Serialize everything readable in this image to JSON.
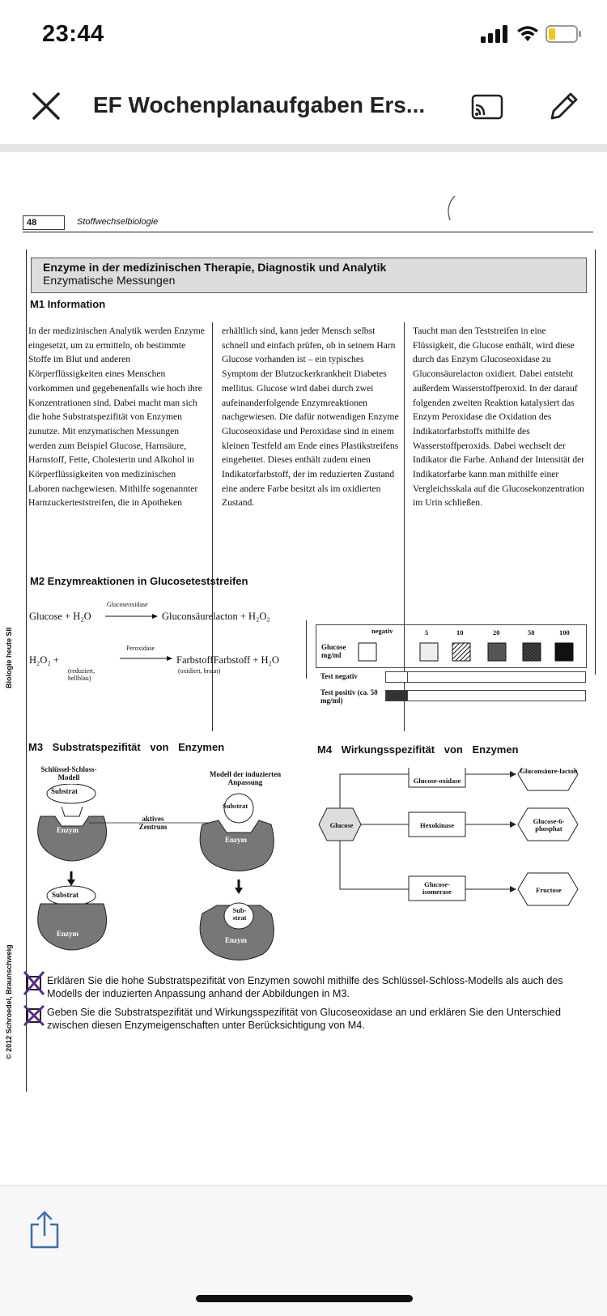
{
  "status_bar": {
    "time": "23:44"
  },
  "top_bar": {
    "title": "EF Wochenplanaufgaben Ers..."
  },
  "document": {
    "page_number": "48",
    "running_head": "Stoffwechselbiologie",
    "chapter_title": "Enzyme in der medizinischen Therapie, Diagnostik und Analytik",
    "chapter_subtitle": "Enzymatische Messungen",
    "m1_heading": "M1 Information",
    "m1_col1": "In der medizinischen Analytik werden Enzyme eingesetzt, um zu ermitteln, ob bestimmte Stoffe im Blut und anderen Körperflüssigkeiten eines Menschen vorkommen und gegebenenfalls wie hoch ihre Konzentrationen sind. Dabei macht man sich die hohe Substratspezifität von Enzymen zunutze. Mit enzymatischen Messungen werden zum Beispiel Glucose, Harnsäure, Harnstoff, Fette, Cholesterin und Alkohol in Körperflüssigkeiten von medizinischen Laboren nachgewiesen. Mithilfe sogenannter Harnzuckerteststreifen, die in Apotheken",
    "m1_col2": "erhältlich sind, kann jeder Mensch selbst schnell und einfach prüfen, ob in seinem Harn Glucose vorhanden ist – ein typisches Symptom der Blutzuckerkrankheit Diabetes mellitus. Glucose wird dabei durch zwei aufeinanderfolgende Enzymreaktionen nachgewiesen. Die dafür notwendigen Enzyme Glucoseoxidase und Peroxidase sind in einem kleinen Testfeld am Ende eines Plastikstreifens eingebettet. Dieses enthält zudem einen Indikatorfarbstoff, der im reduzierten Zustand eine andere Farbe besitzt als im oxidierten Zustand.",
    "m1_col3": "Taucht man den Teststreifen in eine Flüssigkeit, die Glucose enthält, wird diese durch das Enzym Glucoseoxidase zu Gluconsäurelacton oxidiert. Dabei entsteht außerdem Wasserstoffperoxid. In der darauf folgenden zweiten Reaktion katalysiert das Enzym Peroxidase die Oxidation des Indikatorfarbstoffs mithilfe des Wasserstoffperoxids. Dabei wechselt der Indikator die Farbe. Anhand der Intensität der Indikatorfarbe kann man mithilfe einer Vergleichsskala auf die Glucosekonzentration im Urin schließen.",
    "m2_heading": "M2 Enzymreaktionen in Glucoseteststreifen",
    "m2_eq1_left": "Glucose + H₂O",
    "m2_eq1_enzyme": "Glucoseoxidase",
    "m2_eq1_right": "Gluconsäurelacton + H₂O₂",
    "m2_eq2_left": "H₂O₂ +",
    "m2_eq2_note_left": "(reduziert, hellblau)",
    "m2_eq2_enzyme": "Peroxidase",
    "m2_eq2_right": "FarbstoffFarbstoff + H₂O",
    "m2_eq2_note_right": "(oxidiert, braun)",
    "scale": {
      "glucose_label": "Glucose mg/ml",
      "levels": [
        "negativ",
        "5",
        "10",
        "20",
        "50",
        "100"
      ],
      "test_neg": "Test negativ",
      "test_pos": "Test positiv (ca. 50 mg/ml)"
    },
    "m3_heading": "M3 Substratspezifität von Enzymen",
    "m3_model1": "Schlüssel-Schloss-Modell",
    "m3_model2": "Modell der induzierten Anpassung",
    "m3_substrat": "Substrat",
    "m3_enzym": "Enzym",
    "m3_zentrum": "aktives Zentrum",
    "m3_substrat_split": "Sub-strat",
    "m4_heading": "M4 Wirkungsspezifität von Enzymen",
    "m4_glucose": "Glucose",
    "m4_enz1": "Glucose-oxidase",
    "m4_enz2": "Hexokinase",
    "m4_enz3": "Glucose-isomerase",
    "m4_prod1": "Gluconsäure-lacton",
    "m4_prod2": "Glucose-6-phosphat",
    "m4_prod3": "Fructose",
    "task1": "Erklären Sie die hohe Substratspezifität von Enzymen sowohl mithilfe des Schlüssel-Schloss-Modells als auch des Modells der induzierten Anpassung anhand der Abbildungen in M3.",
    "task2": "Geben Sie die Substratspezifität und Wirkungsspezifität von Glucoseoxidase an und erklären Sie den Unterschied zwischen diesen Enzymeigenschaften unter Berücksichtigung von M4.",
    "side_label_1": "Biologie heute SII",
    "side_label_2": "© 2012 Schroedel, Braunschweig"
  }
}
